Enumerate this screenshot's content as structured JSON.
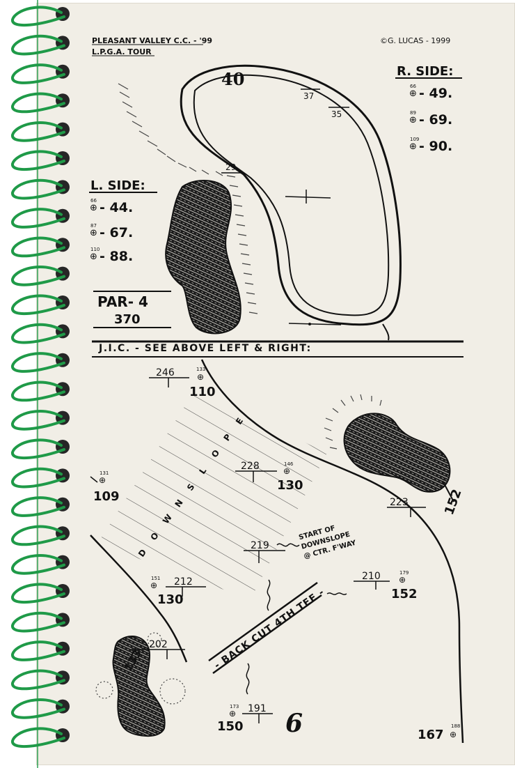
{
  "header": {
    "course": "PLEASANT VALLEY C.C. - '99",
    "tour": "L.P.G.A. TOUR",
    "copyright": "©G. LUCAS - 1999"
  },
  "hole": {
    "number": "6",
    "par": "PAR- 4",
    "yards": "370"
  },
  "green": {
    "depth": "40",
    "marks": [
      "37",
      "35",
      "29"
    ],
    "right_side": {
      "title": "R. SIDE:",
      "rows": [
        {
          "sup": "66",
          "value": "- 49."
        },
        {
          "sup": "89",
          "value": "- 69."
        },
        {
          "sup": "109",
          "value": "- 90."
        }
      ]
    },
    "left_side": {
      "title": "L. SIDE:",
      "rows": [
        {
          "sup": "66",
          "value": "- 44."
        },
        {
          "sup": "87",
          "value": "- 67."
        },
        {
          "sup": "110",
          "value": "- 88."
        }
      ]
    },
    "jic": "J.I.C. - SEE ABOVE LEFT & RIGHT:"
  },
  "fairway": {
    "downslope_letters": [
      "D",
      "O",
      "W",
      "N",
      "S",
      "L",
      "O",
      "P",
      "E"
    ],
    "start_note": [
      "START OF",
      "DOWNSLOPE",
      "@ CTR. F'WAY"
    ],
    "back_cut": "- BACK CUT 4TH TEE -",
    "yardages": [
      {
        "id": "y246",
        "value": "246"
      },
      {
        "id": "s133",
        "value": "133"
      },
      {
        "id": "b110",
        "value": "110"
      },
      {
        "id": "y228",
        "value": "228"
      },
      {
        "id": "s146",
        "value": "146"
      },
      {
        "id": "b130a",
        "value": "130"
      },
      {
        "id": "s131",
        "value": "131"
      },
      {
        "id": "b109",
        "value": "109"
      },
      {
        "id": "y219",
        "value": "219"
      },
      {
        "id": "y223",
        "value": "223"
      },
      {
        "id": "b152a",
        "value": "152"
      },
      {
        "id": "s151",
        "value": "151"
      },
      {
        "id": "y212",
        "value": "212"
      },
      {
        "id": "b130b",
        "value": "130"
      },
      {
        "id": "y210",
        "value": "210"
      },
      {
        "id": "s179",
        "value": "179"
      },
      {
        "id": "b152b",
        "value": "152"
      },
      {
        "id": "y202",
        "value": "202"
      },
      {
        "id": "b133",
        "value": "133"
      },
      {
        "id": "s173",
        "value": "173"
      },
      {
        "id": "y191",
        "value": "191"
      },
      {
        "id": "b150",
        "value": "150"
      },
      {
        "id": "b167",
        "value": "167"
      },
      {
        "id": "s188",
        "value": "188"
      }
    ]
  },
  "colors": {
    "binding": "#1f9a48",
    "ink": "#111111",
    "paper": "#f1eee6",
    "hole_punch": "#262626"
  }
}
